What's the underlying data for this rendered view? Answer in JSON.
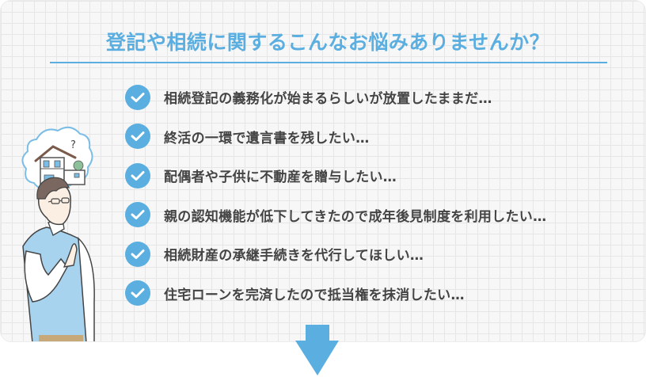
{
  "header": {
    "title": "登記や相続に関するこんなお悩みありませんか？"
  },
  "concerns": {
    "icon": "check-circle-icon",
    "items": [
      {
        "label": "相続登記の義務化が始まるらしいが放置したままだ…"
      },
      {
        "label": "終活の一環で遺言書を残したい…"
      },
      {
        "label": "配偶者や子供に不動産を贈与したい…"
      },
      {
        "label": "親の認知機能が低下してきたので成年後見制度を利用したい…"
      },
      {
        "label": "相続財産の承継手続きを代行してほしい…"
      },
      {
        "label": "住宅ローンを完済したので抵当権を抹消したい…"
      }
    ]
  },
  "illustration": {
    "thought_bubble_icon": "house-thought-bubble-icon",
    "question_mark": "?",
    "person_icon": "thinking-man-icon"
  },
  "footer": {
    "arrow_icon": "arrow-down-icon"
  },
  "colors": {
    "accent": "#5aaee0",
    "text": "#444444",
    "grid_bg": "#f7f7f7",
    "grid_line": "#e6e6e6"
  }
}
